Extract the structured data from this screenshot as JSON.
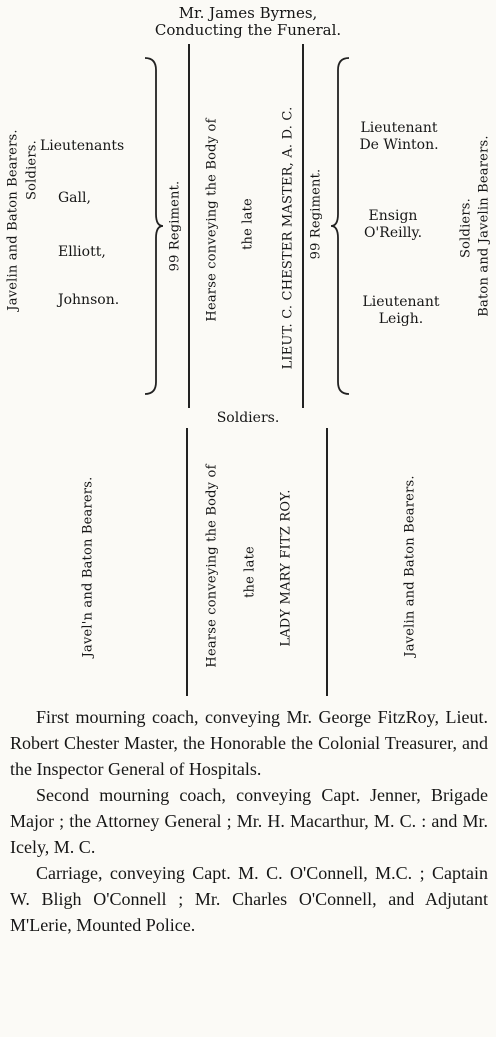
{
  "heading": {
    "line1": "Mr. James Byrnes,",
    "line2": "Conducting the Funeral."
  },
  "top_section": {
    "left_bearers": "Javelin and Baton Bearers.",
    "left_soldiers": "Soldiers.",
    "left_officers_label": "Lieutenants",
    "left_names": [
      "Gall,",
      "Elliott,",
      "Johnson."
    ],
    "left_regiment": "99 Regiment.",
    "hearse_line1": "Hearse conveying the Body of",
    "hearse_line2": "the late",
    "hearse_line3": "LIEUT. C. CHESTER MASTER, A. D. C.",
    "right_regiment": "99 Regiment.",
    "right_officers": [
      {
        "line1": "Lieutenant",
        "line2": "De Winton."
      },
      {
        "line1": "Ensign",
        "line2": "O'Reilly."
      },
      {
        "line1": "Lieutenant",
        "line2": "Leigh."
      }
    ],
    "right_soldiers": "Soldiers.",
    "right_bearers": "Baton and Javelin Bearers."
  },
  "soldiers_label": "Soldiers.",
  "bottom_section": {
    "left_bearers": "Javel'n and Baton Bearers.",
    "hearse_line1": "Hearse conveying the Body of",
    "hearse_line2": "the late",
    "hearse_line3": "LADY MARY FITZ ROY.",
    "right_bearers": "Javelin and Baton Bearers."
  },
  "narrative": [
    "First mourning coach, conveying Mr. George FitzRoy, Lieut. Robert Chester Master, the Honorable the Colonial Treasurer, and the Inspector General of Hospitals.",
    "Second mourning coach, conveying Capt. Jenner, Brigade Major ; the Attorney General ; Mr. H. Macarthur, M. C. : and Mr. Icely, M. C.",
    "Carriage, conveying Capt. M. C. O'Connell, M.C. ; Captain W. Bligh O'Connell ; Mr. Charles O'Connell, and Adjutant M'Lerie, Mounted Police."
  ]
}
